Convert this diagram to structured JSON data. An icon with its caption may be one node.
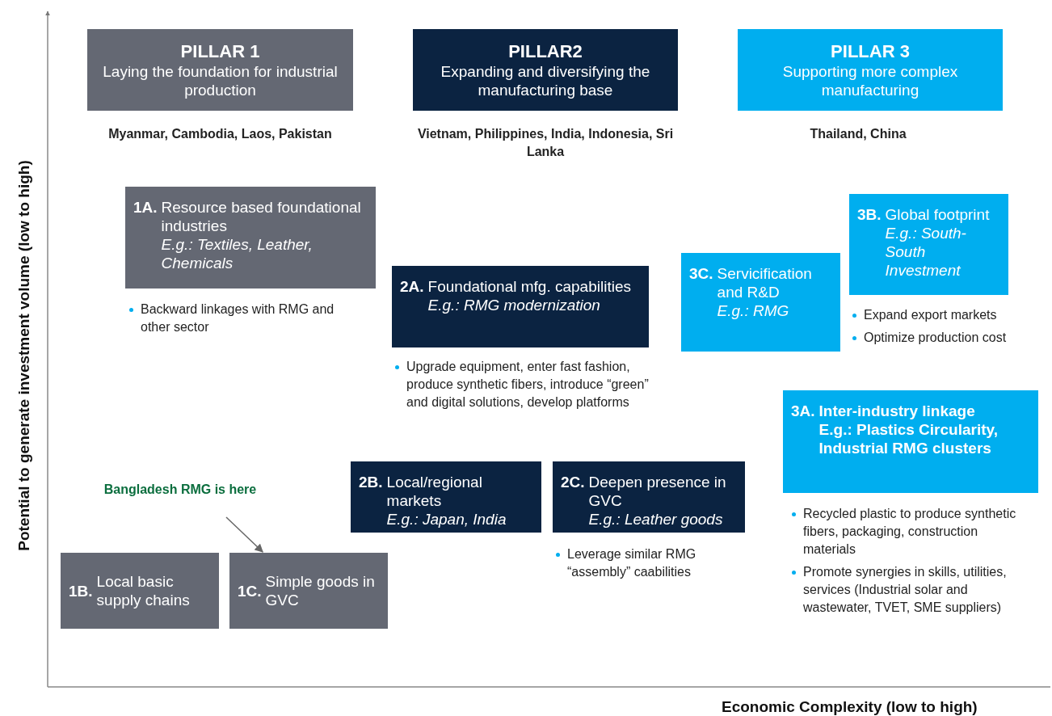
{
  "diagram": {
    "nodes": [
      {
        "text": [
          "PILLAR 1",
          "Laying the foundation for industrial production"
        ],
        "beside": [
          "Myanmar, Cambodia, Laos, Pakistan"
        ]
      },
      {
        "text": [
          "PILLAR2",
          "Expanding and diversifying the manufacturing base"
        ],
        "beside": [
          "Vietnam, Philippines, India, Indonesia, Sri Lanka"
        ]
      },
      {
        "text": [
          "PILLAR 3",
          "Supporting more complex manufacturing"
        ],
        "beside": [
          "Thailand, China"
        ]
      },
      {
        "text": [
          "1A.",
          "Resource based foundational industries",
          "E.g.: Textiles, Leather, Chemicals"
        ],
        "beside": [
          "Backward linkages with RMG and other sector"
        ]
      },
      {
        "text": [
          "2A.",
          "Foundational mfg. capabilities",
          "E.g.: RMG modernization"
        ],
        "beside": [
          "Upgrade equipment, enter fast fashion, produce synthetic fibers, introduce “green” and digital solutions, develop platforms"
        ]
      },
      {
        "text": [
          "3C.",
          "Servicification and R&D",
          "E.g.: RMG"
        ]
      },
      {
        "text": [
          "3B.",
          "Global footprint",
          "E.g.: South-South Investment"
        ],
        "beside": [
          "Expand export markets",
          "Optimize production cost"
        ]
      },
      {
        "text": [
          "3A.",
          "Inter-industry linkage",
          "E.g.: Plastics Circularity, Industrial RMG clusters"
        ],
        "beside": [
          "Recycled plastic to produce synthetic fibers, packaging, construction materials",
          "Promote synergies in skills, utilities, services (Industrial solar and wastewater, TVET, SME suppliers)"
        ]
      },
      {
        "text": [
          "2B.",
          "Local/regional markets",
          "E.g.: Japan, India"
        ]
      },
      {
        "text": [
          "2C.",
          "Deepen presence in GVC",
          "E.g.: Leather goods"
        ],
        "beside": [
          "Leverage similar RMG “assembly” caabilities"
        ]
      },
      {
        "text": [
          "Bangladesh RMG is here"
        ]
      },
      {
        "text": [
          "1B.",
          "Local basic supply chains"
        ]
      },
      {
        "text": [
          "1C.",
          "Simple goods in GVC"
        ]
      }
    ],
    "edges": [
      {
        "from": 10,
        "to": 12,
        "arrow": "to"
      }
    ],
    "labels": [
      "Potential to generate investment volume (low to high)",
      "Economic Complexity (low to high)"
    ]
  }
}
